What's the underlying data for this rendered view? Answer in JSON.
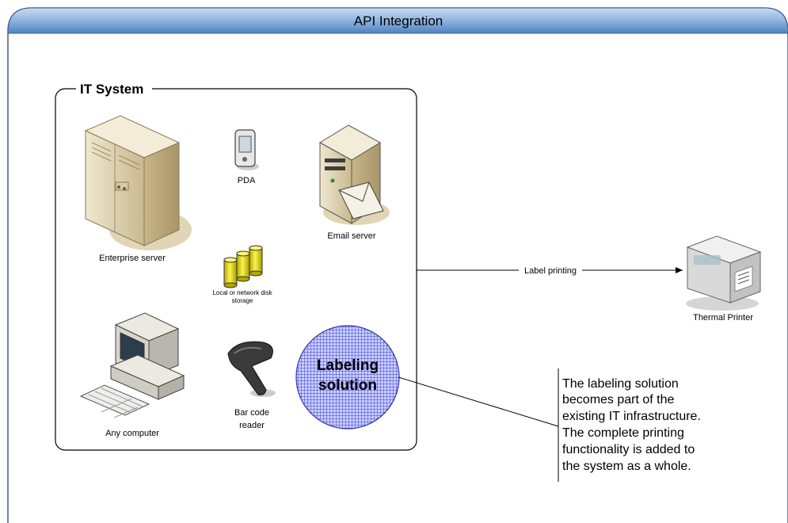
{
  "header": {
    "title": "API Integration"
  },
  "it_system": {
    "title": "IT System"
  },
  "devices": {
    "enterprise_server": "Enterprise server",
    "pda": "PDA",
    "email_server": "Email server",
    "storage_line1": "Local or network disk",
    "storage_line2": "storage",
    "any_computer": "Any computer",
    "barcode_line1": "Bar code",
    "barcode_line2": "reader",
    "labeling_line1": "Labeling",
    "labeling_line2": "solution",
    "thermal_printer": "Thermal Printer"
  },
  "connector": {
    "label": "Label printing"
  },
  "callout": {
    "lines": [
      "The labeling solution",
      "becomes part of the",
      "existing IT infrastructure.",
      "The complete printing",
      "functionality is added to",
      "the system as a whole."
    ]
  },
  "colors": {
    "header_top": "#b9d0ea",
    "header_bottom": "#5a8cc6",
    "frame_border": "#3d5f8e",
    "labeling_fill": "#4a4ad8"
  }
}
